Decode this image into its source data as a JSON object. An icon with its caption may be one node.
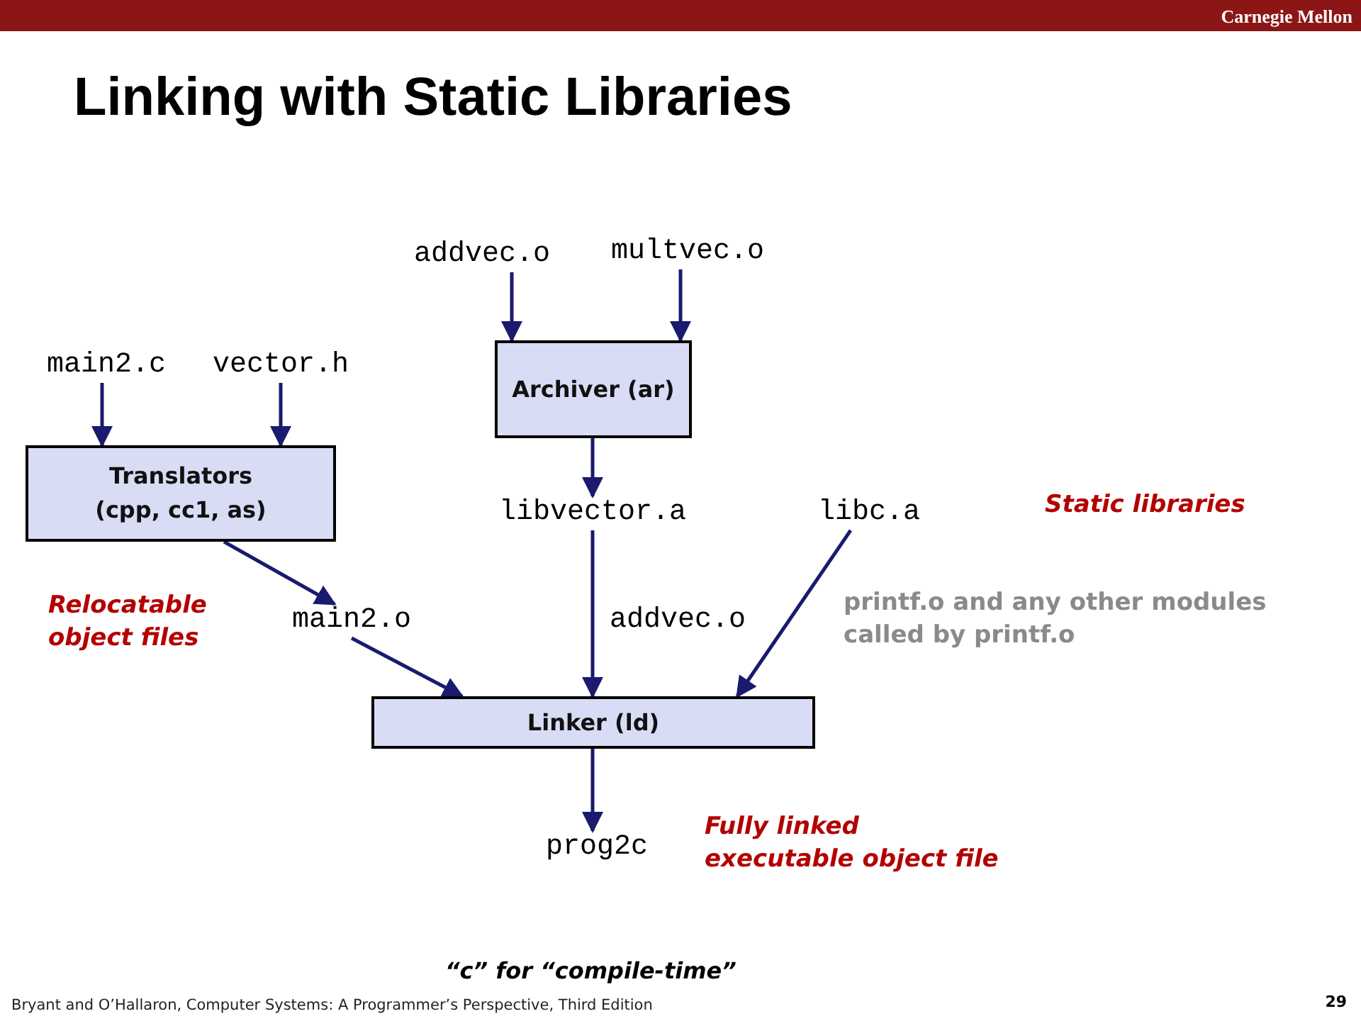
{
  "diagram": {
    "title": "Linking with Static Libraries",
    "nodes": [
      {
        "text": [
          "addvec.o"
        ]
      },
      {
        "text": [
          "multvec.o"
        ]
      },
      {
        "text": [
          "Archiver (ar)"
        ]
      },
      {
        "text": [
          "main2.c"
        ]
      },
      {
        "text": [
          "vector.h"
        ]
      },
      {
        "text": [
          "Translators (cpp, cc1, as)"
        ]
      },
      {
        "text": [
          "libvector.a"
        ]
      },
      {
        "text": [
          "libc.a"
        ]
      },
      {
        "text": [
          "main2.o"
        ]
      },
      {
        "text": [
          "Linker (ld)"
        ]
      },
      {
        "text": [
          "prog2c"
        ]
      }
    ],
    "edges": [
      {
        "from": 0,
        "to": 2,
        "arrow": "to"
      },
      {
        "from": 1,
        "to": 2,
        "arrow": "to"
      },
      {
        "from": 3,
        "to": 5,
        "arrow": "to"
      },
      {
        "from": 4,
        "to": 5,
        "arrow": "to"
      },
      {
        "from": 2,
        "to": 6,
        "arrow": "to"
      },
      {
        "from": 5,
        "to": 8,
        "arrow": "to"
      },
      {
        "from": 8,
        "to": 9,
        "arrow": "to"
      },
      {
        "from": 6,
        "to": 9,
        "arrow": "to",
        "label": "addvec.o"
      },
      {
        "from": 7,
        "to": 9,
        "arrow": "to"
      },
      {
        "from": 9,
        "to": 10,
        "arrow": "to"
      }
    ],
    "labels": [
      "Carnegie Mellon",
      "Static libraries",
      "Relocatable object files",
      "printf.o and any other modules called by printf.o",
      "Fully linked executable object file",
      "“c” for “compile-time”",
      "Bryant and O’Hallaron, Computer Systems: A Programmer’s Perspective, Third Edition",
      "29"
    ]
  }
}
